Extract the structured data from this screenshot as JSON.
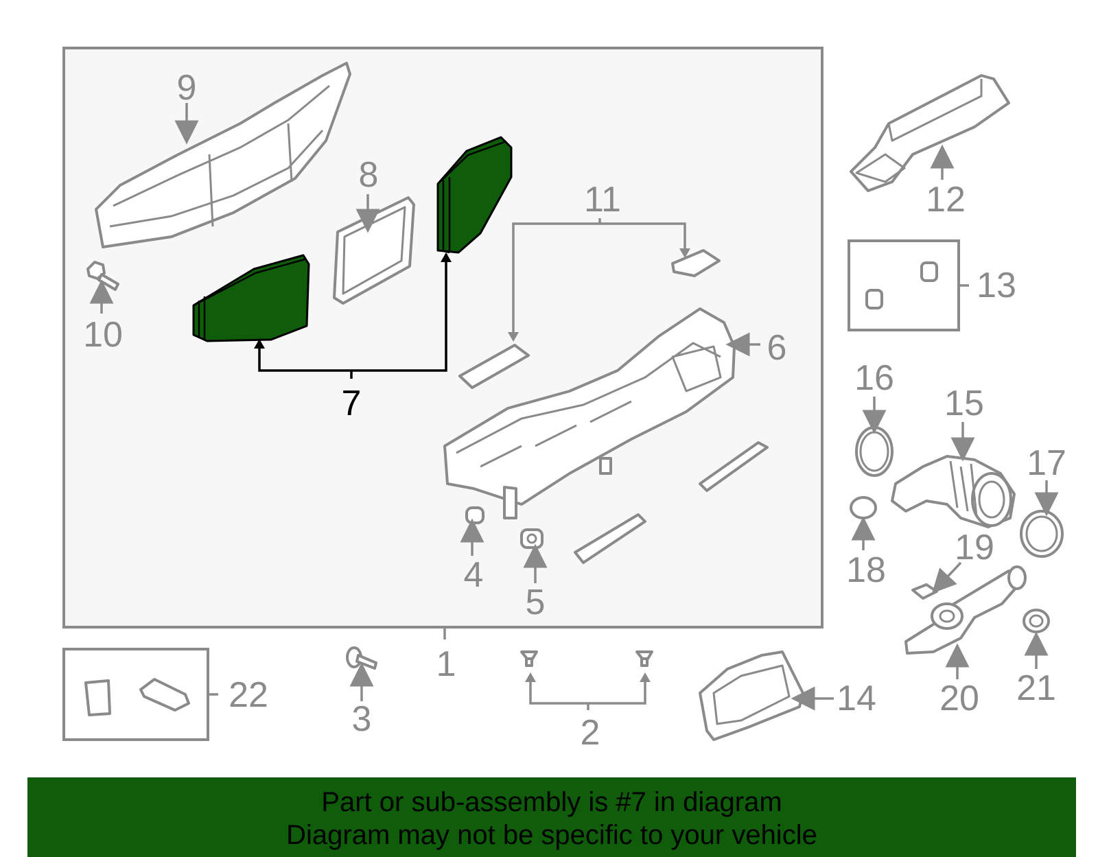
{
  "colors": {
    "highlight": "#0f5c0b",
    "line": "#8a8a8a",
    "panel": "#f7f7f7"
  },
  "callouts": {
    "c1": "1",
    "c2": "2",
    "c3": "3",
    "c4": "4",
    "c5": "5",
    "c6": "6",
    "c7": "7",
    "c8": "8",
    "c9": "9",
    "c10": "10",
    "c11": "11",
    "c12": "12",
    "c13": "13",
    "c14": "14",
    "c15": "15",
    "c16": "16",
    "c17": "17",
    "c18": "18",
    "c19": "19",
    "c20": "20",
    "c21": "21",
    "c22": "22"
  },
  "highlighted_part": "7",
  "banner": {
    "line1": "Part or sub-assembly is #7 in diagram",
    "line2": "Diagram may not be specific to your vehicle"
  }
}
